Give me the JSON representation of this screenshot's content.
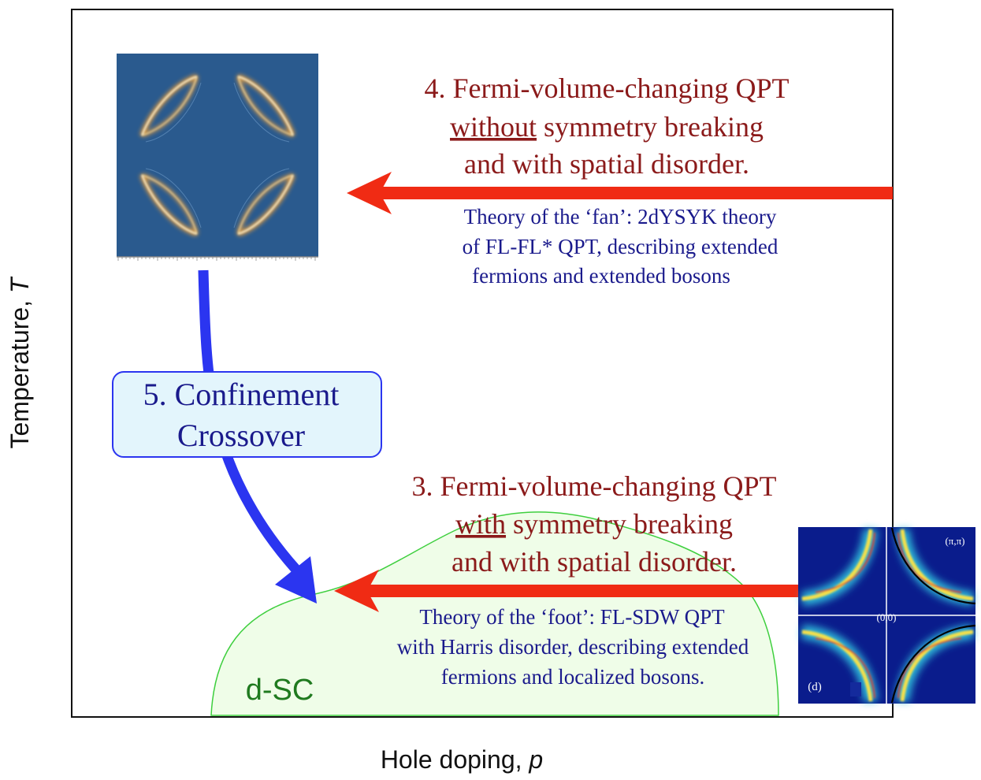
{
  "axes": {
    "ylabel": "Temperature, ",
    "ylabel_var": "T",
    "xlabel": "Hole doping, ",
    "xlabel_var": "p"
  },
  "top_transition": {
    "line1": "4. Fermi-volume-changing QPT",
    "line2_underlined": "without",
    "line2_rest": " symmetry breaking",
    "line3": "and with spatial disorder."
  },
  "top_theory": {
    "line1": "Theory of the ‘fan’: 2dYSYK theory",
    "line2": "of FL-FL* QPT, describing extended",
    "line3": "fermions and extended bosons"
  },
  "bottom_transition": {
    "line1": "3. Fermi-volume-changing QPT",
    "line2_underlined": "with",
    "line2_rest": " symmetry breaking",
    "line3": "and with spatial disorder."
  },
  "bottom_theory": {
    "line1": "Theory of the ‘foot’: FL-SDW QPT",
    "line2": "with Harris disorder, describing extended",
    "line3": "fermions and localized bosons."
  },
  "crossover_box": {
    "line1": "5. Confinement",
    "line2": "Crossover"
  },
  "dome_label": "d-SC",
  "inset_labels": {
    "corner": "(π,π)",
    "center": "(0,0)",
    "panel": "(d)"
  },
  "colors": {
    "transition_text": "#8b1a1a",
    "theory_text": "#1a1a8c",
    "red_arrow": "#f02b14",
    "blue_arrow": "#2b35f0",
    "dome_fill": "#effde8",
    "dome_stroke": "#3ecf3e",
    "dome_label": "#1f7a1f",
    "box_fill": "#e3f5fc",
    "box_stroke": "#2b35f0",
    "fermi_bg": "#2a5a8e",
    "inset_bg": "#0a1c8c"
  }
}
